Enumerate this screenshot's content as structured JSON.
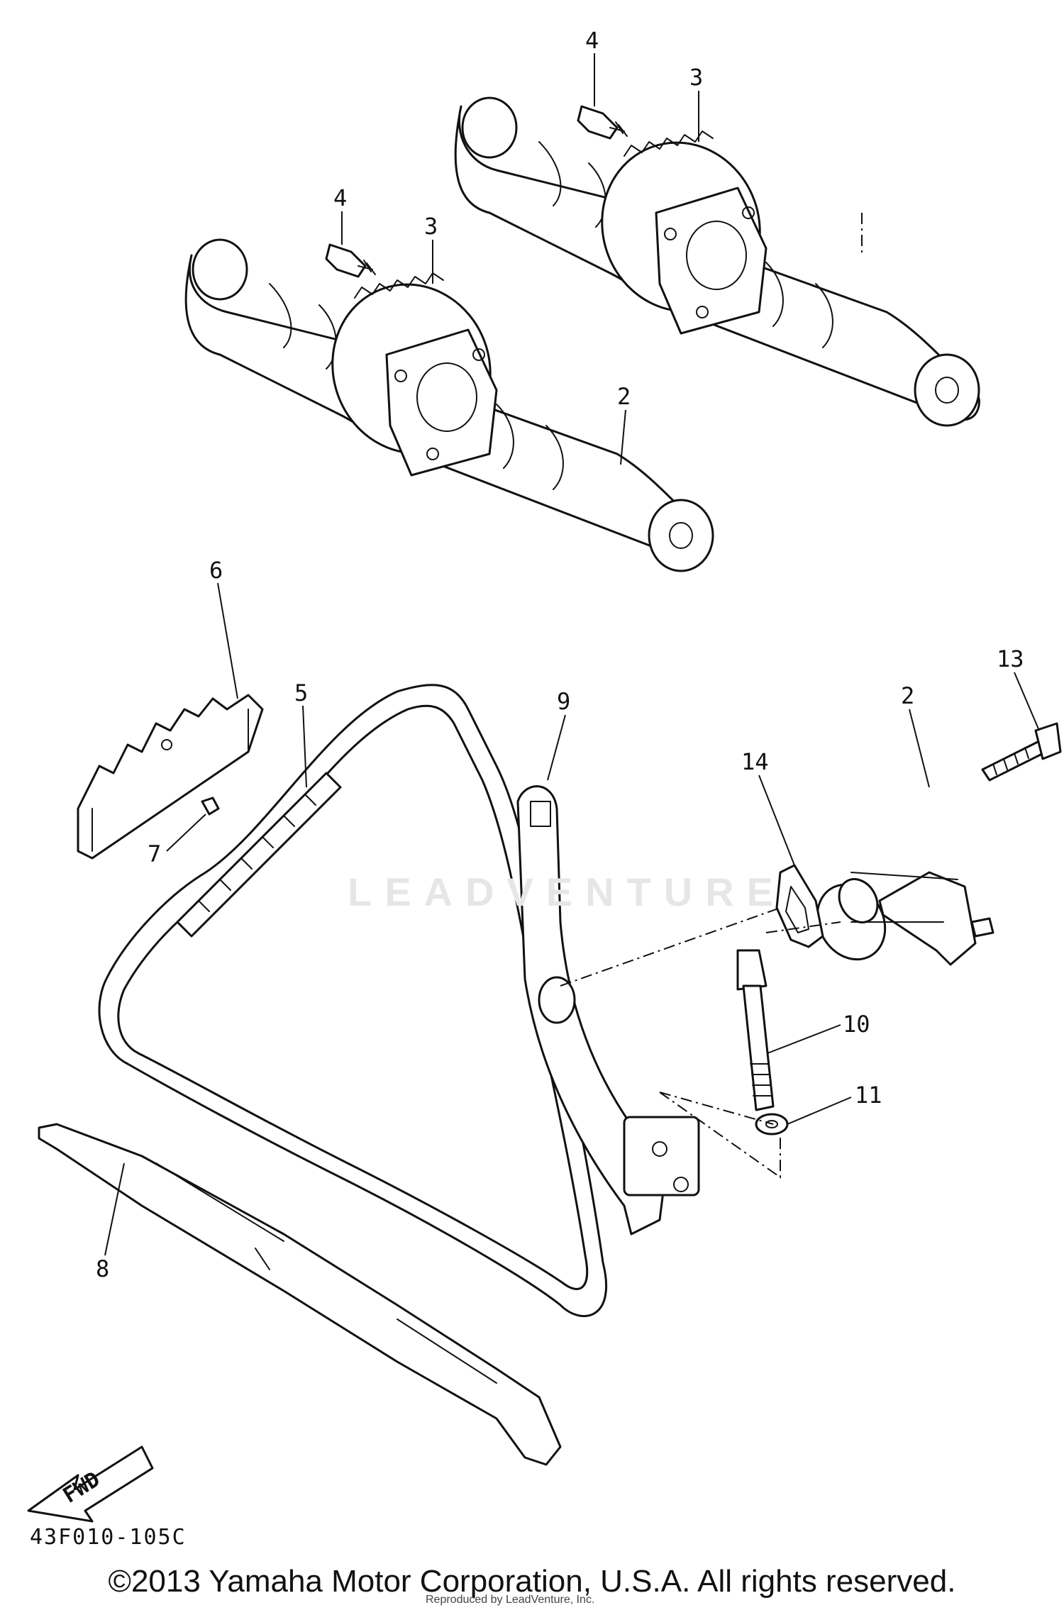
{
  "watermark": "LEADVENTURE",
  "fwd_label": "FWD",
  "drawing_code": "43F010-105C",
  "copyright": "©2013 Yamaha Motor Corporation, U.S.A. All rights reserved.",
  "reproduced_note": "Reproduced by LeadVenture, Inc.",
  "callouts": {
    "c1": "4",
    "c2": "3",
    "c3": "4",
    "c4": "3",
    "c5": "2",
    "c6": "6",
    "c7": "5",
    "c8": "9",
    "c9": "2",
    "c10": "13",
    "c11": "14",
    "c12": "7",
    "c13": "10",
    "c14": "11",
    "c15": "8"
  }
}
